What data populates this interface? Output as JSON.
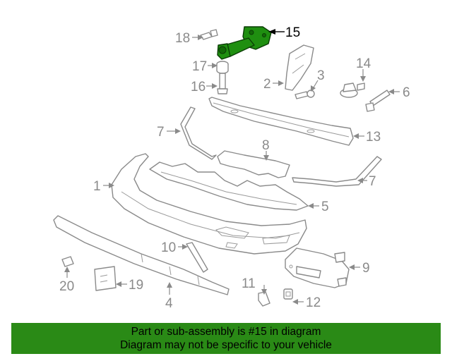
{
  "highlighted_part": "15",
  "callouts": {
    "c1": "1",
    "c2": "2",
    "c3": "3",
    "c4": "4",
    "c5": "5",
    "c6": "6",
    "c7a": "7",
    "c7b": "7",
    "c8": "8",
    "c9": "9",
    "c10": "10",
    "c11": "11",
    "c12": "12",
    "c13": "13",
    "c14": "14",
    "c15": "15",
    "c16": "16",
    "c17": "17",
    "c18": "18",
    "c19": "19",
    "c20": "20"
  },
  "banner": {
    "line1": "Part or sub-assembly is #15 in diagram",
    "line2": "Diagram may not be specific to your vehicle"
  },
  "colors": {
    "highlight": "#1f8f10",
    "banner_bg": "#2a8a16",
    "linework": "#8a8a8a"
  }
}
